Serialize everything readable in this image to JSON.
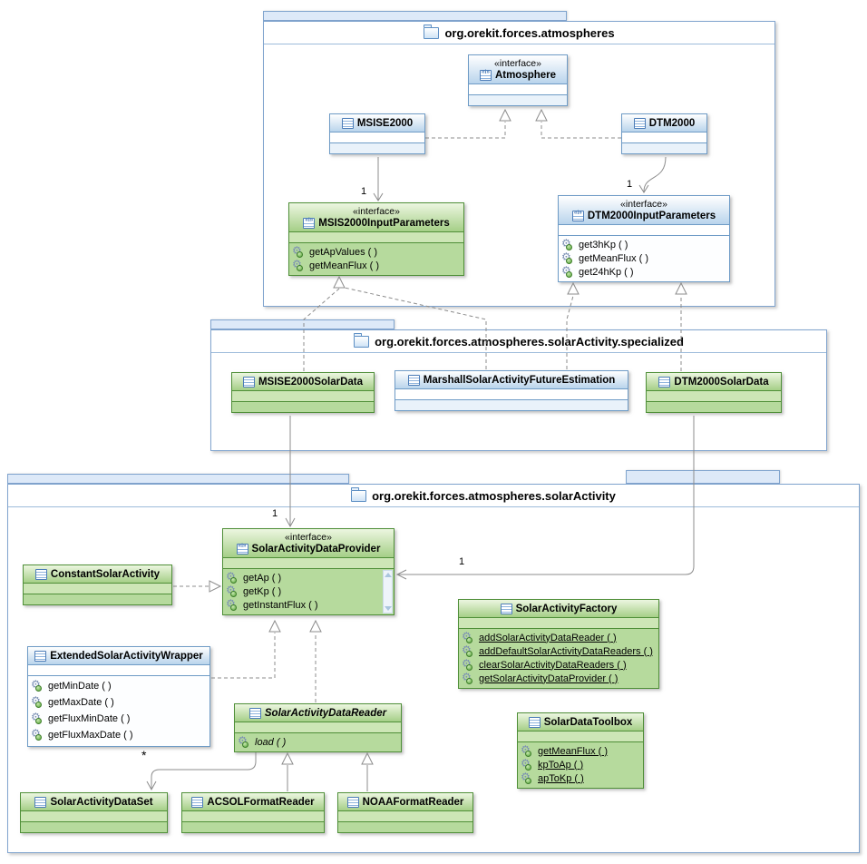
{
  "packages": {
    "p1": {
      "name": "org.orekit.forces.atmospheres"
    },
    "p2": {
      "name": "org.orekit.forces.atmospheres.solarActivity.specialized"
    },
    "p3": {
      "name": "org.orekit.forces.atmospheres.solarActivity"
    }
  },
  "classes": {
    "atmosphere": {
      "stereotype": "«interface»",
      "name": "Atmosphere"
    },
    "msise2000": {
      "name": "MSISE2000"
    },
    "dtm2000": {
      "name": "DTM2000"
    },
    "msisInput": {
      "stereotype": "«interface»",
      "name": "MSIS2000InputParameters",
      "methods": [
        "getApValues ( )",
        "getMeanFlux ( )"
      ]
    },
    "dtmInput": {
      "stereotype": "«interface»",
      "name": "DTM2000InputParameters",
      "methods": [
        "get3hKp ( )",
        "getMeanFlux ( )",
        "get24hKp ( )"
      ]
    },
    "msiseSolarData": {
      "name": "MSISE2000SolarData"
    },
    "marshall": {
      "name": "MarshallSolarActivityFutureEstimation"
    },
    "dtmSolarData": {
      "name": "DTM2000SolarData"
    },
    "provider": {
      "stereotype": "«interface»",
      "name": "SolarActivityDataProvider",
      "methods": [
        "getAp ( )",
        "getKp ( )",
        "getInstantFlux ( )"
      ]
    },
    "constant": {
      "name": "ConstantSolarActivity"
    },
    "wrapper": {
      "name": "ExtendedSolarActivityWrapper",
      "methods": [
        "getMinDate ( )",
        "getMaxDate ( )",
        "getFluxMinDate ( )",
        "getFluxMaxDate ( )"
      ]
    },
    "reader": {
      "name": "SolarActivityDataReader",
      "abstract": true,
      "methods": [
        "load ( )"
      ]
    },
    "factory": {
      "name": "SolarActivityFactory",
      "methods": [
        "addSolarActivityDataReader ( )",
        "addDefaultSolarActivityDataReaders ( )",
        "clearSolarActivityDataReaders ( )",
        "getSolarActivityDataProvider ( )"
      ]
    },
    "toolbox": {
      "name": "SolarDataToolbox",
      "methods": [
        "getMeanFlux ( )",
        "kpToAp ( )",
        "apToKp ( )"
      ]
    },
    "dataset": {
      "name": "SolarActivityDataSet"
    },
    "acsol": {
      "name": "ACSOLFormatReader"
    },
    "noaa": {
      "name": "NOAAFormatReader"
    }
  },
  "labels": {
    "one": "1",
    "star": "*"
  },
  "colors": {
    "blue_border": "#6e9bc6",
    "blue_header": "#b9d4ec",
    "green_border": "#4f8f38",
    "green_header": "#a5cf87",
    "package_border": "#80a4ce",
    "package_tab": "#dde9f8",
    "edge_gray": "#8c8c8c"
  },
  "icons": [
    "folder-icon",
    "class-icon",
    "interface-icon",
    "method-icon",
    "scroll-up-icon",
    "scroll-down-icon"
  ]
}
